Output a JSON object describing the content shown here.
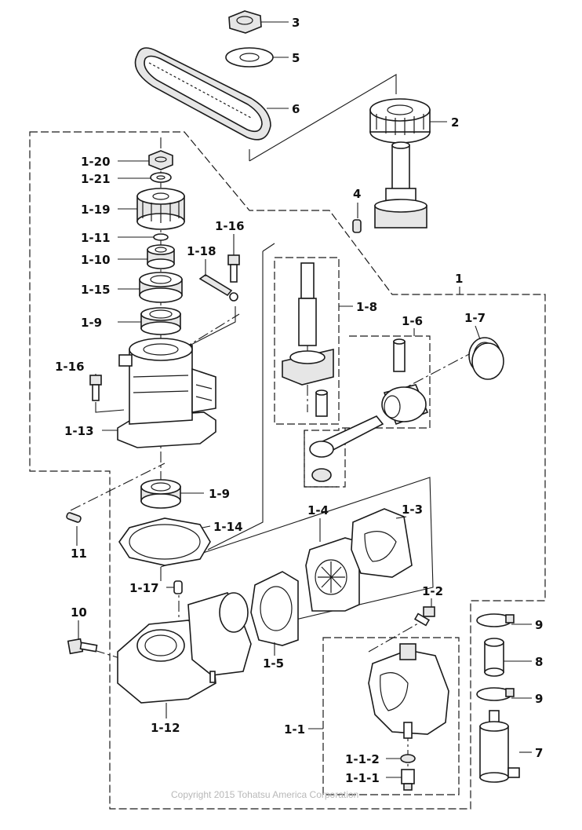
{
  "labels": {
    "p3": "3",
    "p5": "5",
    "p6": "6",
    "p2": "2",
    "p4": "4",
    "p1_20": "1-20",
    "p1_21": "1-21",
    "p1_19": "1-19",
    "p1_11": "1-11",
    "p1_10": "1-10",
    "p1_16a": "1-16",
    "p1_18": "1-18",
    "p1_15": "1-15",
    "p1_9a": "1-9",
    "p1_16b": "1-16",
    "p1_13": "1-13",
    "p1_8": "1-8",
    "p1_6": "1-6",
    "p1_7": "1-7",
    "p1": "1",
    "p1_9b": "1-9",
    "p1_14": "1-14",
    "p11": "11",
    "p1_4": "1-4",
    "p1_3": "1-3",
    "p1_17": "1-17",
    "p10": "10",
    "p1_2": "1-2",
    "p9a": "9",
    "p8": "8",
    "p9b": "9",
    "p1_5": "1-5",
    "p1_12": "1-12",
    "p1_1": "1-1",
    "p1_1_2": "1-1-2",
    "p1_1_1": "1-1-1",
    "p7": "7"
  },
  "copyright": "Copyright 2015 Tohatsu America Corporation"
}
